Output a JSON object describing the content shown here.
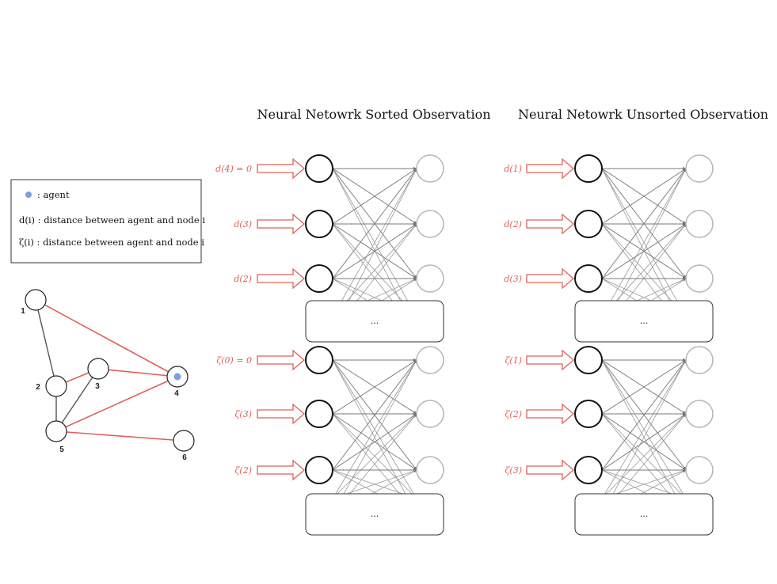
{
  "panels": [
    {
      "title": "Neural Netowrk Sorted Observation",
      "inputs": [
        "d(4) = 0",
        "d(3)",
        "d(2)",
        "ζ(0) = 0",
        "ζ(3)",
        "ζ(2)"
      ],
      "box_text": "..."
    },
    {
      "title": "Neural Netowrk Unsorted Observation",
      "inputs": [
        "d(1)",
        "d(2)",
        "d(3)",
        "ζ(1)",
        "ζ(2)",
        "ζ(3)"
      ],
      "box_text": "..."
    }
  ],
  "legend": {
    "agent": ": agent",
    "d_line": "d(i) : distance between agent and node i",
    "zeta_line": "ζ(i) : distance between agent and node i"
  },
  "graph": {
    "nodes": [
      {
        "id": "1",
        "label": "1"
      },
      {
        "id": "2",
        "label": "2"
      },
      {
        "id": "3",
        "label": "3"
      },
      {
        "id": "4",
        "label": "4",
        "agent": true
      },
      {
        "id": "5",
        "label": "5"
      },
      {
        "id": "6",
        "label": "6"
      }
    ],
    "edges": [
      {
        "from": "1",
        "to": "2",
        "color": "gray"
      },
      {
        "from": "2",
        "to": "5",
        "color": "gray"
      },
      {
        "from": "3",
        "to": "5",
        "color": "gray"
      },
      {
        "from": "1",
        "to": "4",
        "color": "red"
      },
      {
        "from": "2",
        "to": "3",
        "color": "red"
      },
      {
        "from": "3",
        "to": "4",
        "color": "red"
      },
      {
        "from": "5",
        "to": "4",
        "color": "red"
      },
      {
        "from": "5",
        "to": "6",
        "color": "red"
      }
    ]
  },
  "colors": {
    "accent_red": "#e0605a",
    "agent_blue": "#7b9fe0",
    "edge_gray": "#777777",
    "output_gray": "#b5b5b5"
  }
}
